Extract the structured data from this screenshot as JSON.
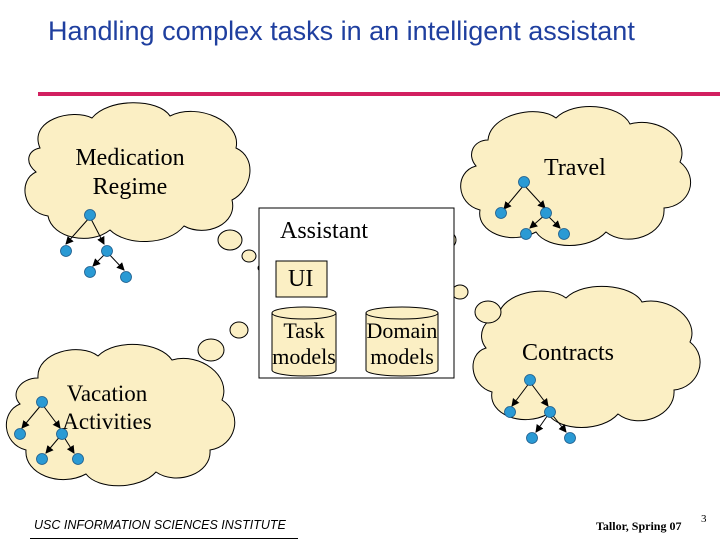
{
  "slide": {
    "title": "Handling complex tasks in an intelligent assistant",
    "colors": {
      "title": "#1f3f9f",
      "rule": "#d22060",
      "cloud": "#fbefc4",
      "node": "#2a9ad4"
    }
  },
  "clouds": {
    "medication": "Medication\nRegime",
    "travel": "Travel",
    "vacation": "Vacation\nActivities",
    "contracts": "Contracts"
  },
  "assistant": {
    "label": "Assistant",
    "ui": "UI",
    "task_models": "Task\nmodels",
    "domain_models": "Domain\nmodels"
  },
  "footer": {
    "institute": "USC INFORMATION SCIENCES INSTITUTE",
    "author": "Tallor, Spring 07",
    "page": "3"
  }
}
